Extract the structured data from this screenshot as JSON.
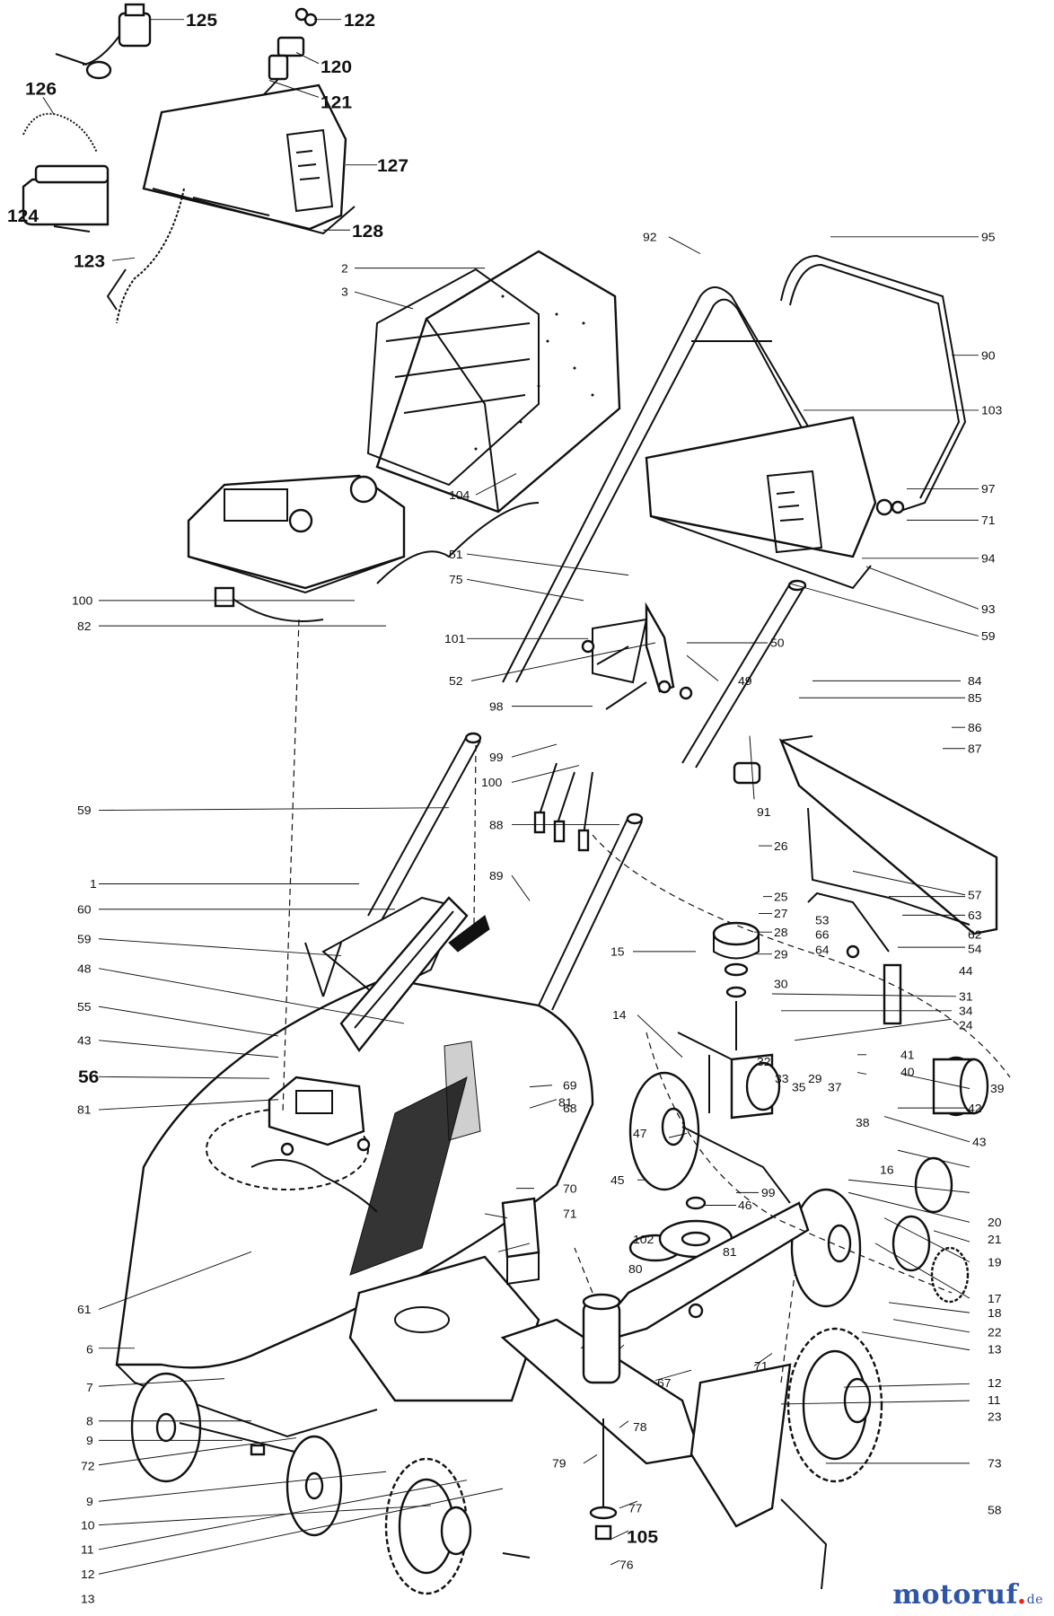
{
  "diagram": {
    "watermark": {
      "name": "motoruf",
      "tld": "de"
    },
    "labels_bold": [
      "125",
      "122",
      "120",
      "121",
      "126",
      "127",
      "124",
      "128",
      "123",
      "56",
      "105"
    ],
    "labels": [
      "2",
      "3",
      "92",
      "95",
      "90",
      "103",
      "97",
      "71",
      "94",
      "93",
      "59",
      "104",
      "100",
      "82",
      "51",
      "75",
      "50",
      "101",
      "49",
      "52",
      "84",
      "85",
      "86",
      "87",
      "98",
      "99",
      "100",
      "91",
      "59",
      "88",
      "1",
      "60",
      "89",
      "26",
      "25",
      "27",
      "28",
      "29",
      "63",
      "62",
      "57",
      "53",
      "66",
      "64",
      "54",
      "59",
      "48",
      "15",
      "44",
      "30",
      "31",
      "55",
      "34",
      "24",
      "41",
      "40",
      "39",
      "42",
      "43",
      "32",
      "33",
      "35",
      "29",
      "37",
      "38",
      "43",
      "81",
      "81",
      "14",
      "69",
      "68",
      "47",
      "16",
      "45",
      "46",
      "99",
      "70",
      "71",
      "20",
      "21",
      "19",
      "17",
      "18",
      "22",
      "13",
      "12",
      "11",
      "23",
      "73",
      "58",
      "61",
      "81",
      "6",
      "102",
      "80",
      "7",
      "67",
      "71",
      "8",
      "9",
      "72",
      "79",
      "78",
      "9",
      "10",
      "11",
      "12",
      "13",
      "77",
      "76"
    ]
  }
}
